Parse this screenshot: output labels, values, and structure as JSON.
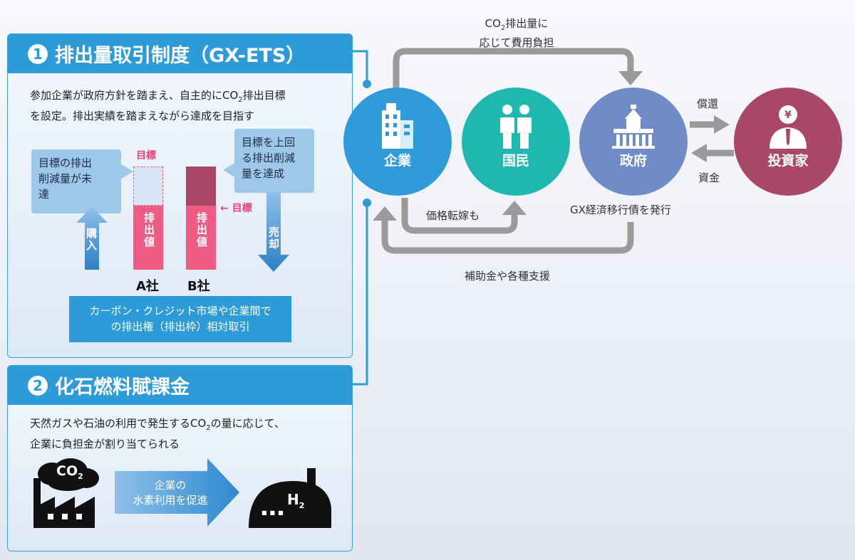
{
  "panel1": {
    "num": "1",
    "title": "排出量取引制度（GX-ETS）",
    "desc_line1_a": "参加企業が政府方針を踏まえ、自主的にCO",
    "desc_line1_sub": "2",
    "desc_line1_b": "排出目標",
    "desc_line2": "を設定。排出実績を踏まえながら達成を目指す",
    "bubble_left": [
      "目標の排出",
      "削減量が未",
      "達"
    ],
    "bubble_right": [
      "目標を上回",
      "る排出削減",
      "量を達成"
    ],
    "target_label_a": "目標",
    "target_label_b": "← 目標",
    "bar_label": "排出値",
    "buy_label": "購入",
    "sell_label": "売却",
    "company_a": "A社",
    "company_b": "B社",
    "box_text": [
      "カーボン・クレジット市場や企業間で",
      "の排出権（排出枠）相対取引"
    ]
  },
  "panel2": {
    "num": "2",
    "title": "化石燃料賦課金",
    "desc_line1_a": "天然ガスや石油の利用で発生するCO",
    "desc_line1_sub": "2",
    "desc_line1_b": "の量に応じて、",
    "desc_line2": "企業に負担金が割り当てられる",
    "co2_main": "CO",
    "co2_sub": "2",
    "arrow_text": [
      "企業の",
      "水素利用を促進"
    ],
    "h2_main": "H",
    "h2_sub": "2",
    "dots": "■■■"
  },
  "flow": {
    "top_label_a": "CO",
    "top_label_sub": "2",
    "top_label_b": "排出量に",
    "top_label_line2": "応じて費用負担",
    "price_label": "価格転嫁も",
    "bond_label": "GX経済移行債を発行",
    "subsidy_label": "補助金や各種支援",
    "repay_label": "償還",
    "fund_label": "資金"
  },
  "circles": {
    "company": {
      "label": "企業",
      "color": "#2f9bd9"
    },
    "citizens": {
      "label": "国民",
      "color": "#1fb8b0"
    },
    "government": {
      "label": "政府",
      "color": "#6f8cc9"
    },
    "investor": {
      "label": "投資家",
      "color": "#a84866"
    }
  },
  "colors": {
    "accent": "#2e9bd9",
    "bar_pink": "#ee5b84",
    "bar_dark": "#a84866",
    "connector_gray": "#9a9a9a"
  }
}
